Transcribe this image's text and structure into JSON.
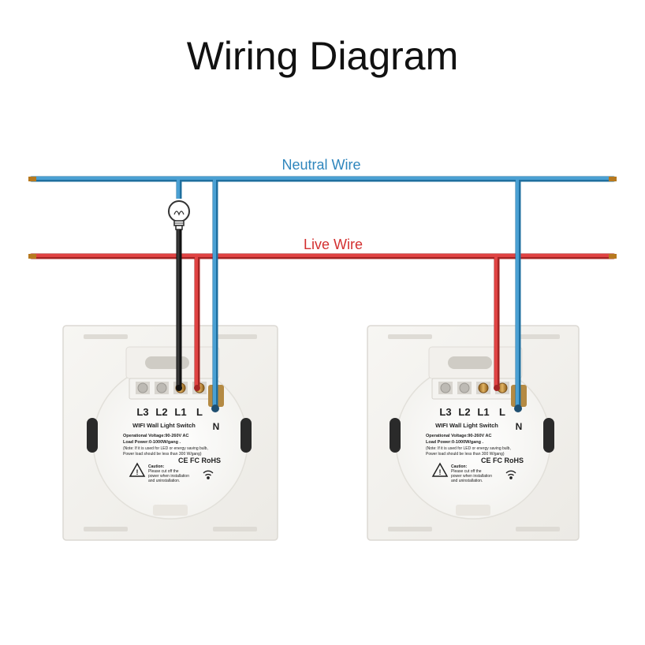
{
  "title": "Wiring Diagram",
  "colors": {
    "neutral": "#3a8fc4",
    "live": "#d93636",
    "load": "#222222",
    "plate": "#f4f2ee",
    "terminal": "#b7791f"
  },
  "wires": {
    "neutral_label": "Neutral Wire",
    "live_label": "Live Wire"
  },
  "switches": [
    {
      "terminals": [
        "L3",
        "L2",
        "L1",
        "L"
      ],
      "neutral_terminal": "N",
      "name": "WIFI Wall Light Switch",
      "spec_voltage": "Operational Voltage:90-260V AC",
      "spec_load": "Load Power:0-1000W/gang .",
      "note_line1": "(Note: If it is used for LED or energy saving bulb,",
      "note_line2": "Power load should be less than 300 W/gang)",
      "certs": "CE FC RoHS",
      "caution_title": "Caution:",
      "caution_line1": "Please cut off the",
      "caution_line2": "power when installation",
      "caution_line3": "and uninstallation."
    },
    {
      "terminals": [
        "L3",
        "L2",
        "L1",
        "L"
      ],
      "neutral_terminal": "N",
      "name": "WIFI Wall Light Switch",
      "spec_voltage": "Operational Voltage:90-260V AC",
      "spec_load": "Load Power:0-1000W/gang .",
      "note_line1": "(Note: If it is used for LED or energy saving bulb,",
      "note_line2": "Power load should be less than 300 W/gang)",
      "certs": "CE FC RoHS",
      "caution_title": "Caution:",
      "caution_line1": "Please cut off the",
      "caution_line2": "power when installation",
      "caution_line3": "and uninstallation."
    }
  ]
}
